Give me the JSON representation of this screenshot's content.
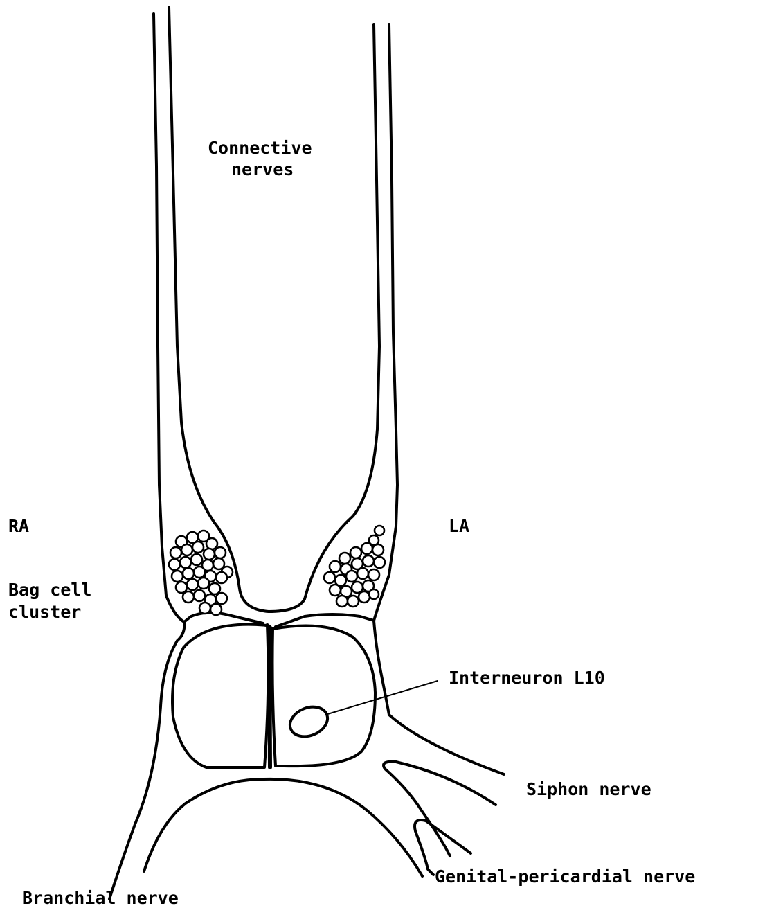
{
  "diagram": {
    "labels": {
      "connective": [
        "Connective",
        "nerves"
      ],
      "ra": "RA",
      "la": "LA",
      "bag_cell": [
        "Bag cell",
        "cluster"
      ],
      "interneuron": "Interneuron L10",
      "siphon": "Siphon nerve",
      "genital": "Genital-pericardial nerve",
      "branchial": "Branchial nerve"
    }
  }
}
